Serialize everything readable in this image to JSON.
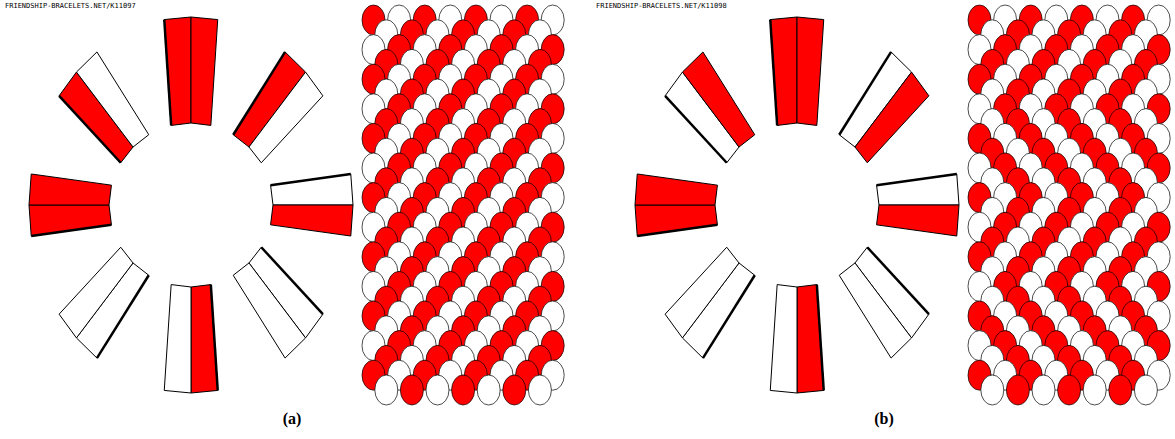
{
  "diagram": {
    "labels": [
      "FRIENDSHIP-BRACELETS.NET/K11097",
      "FRIENDSHIP-BRACELETS.NET/K11098",
      "(a)",
      "(b)"
    ]
  }
}
